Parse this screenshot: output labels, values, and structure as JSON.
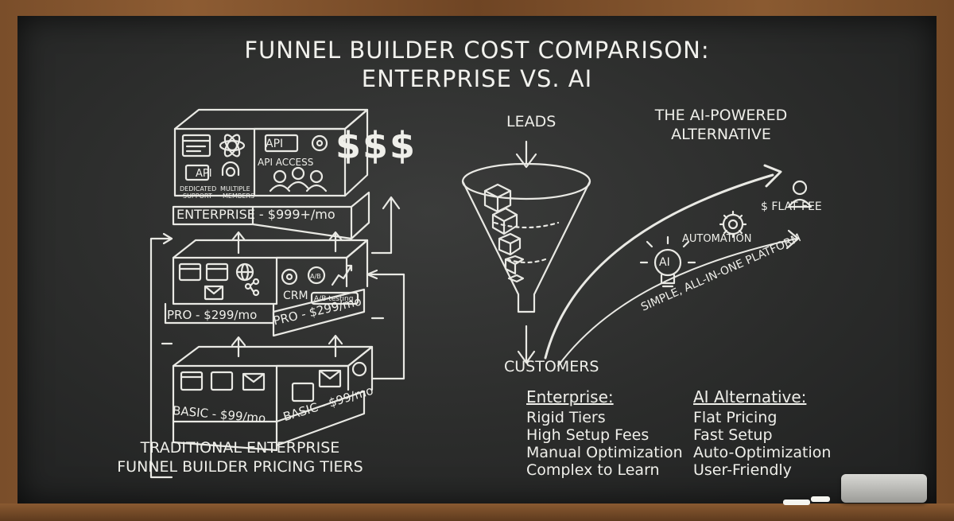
{
  "title": {
    "line1": "FUNNEL BUILDER COST COMPARISON:",
    "line2": "ENTERPRISE VS. AI"
  },
  "tiers": {
    "enterprise": {
      "label": "ENTERPRISE - $999+/mo",
      "features": [
        "API",
        "DEDICATED SUPPORT",
        "MULTIPLE MEMBERS",
        "API ACCESS"
      ]
    },
    "pro": {
      "label_front": "PRO - $299/mo",
      "label_side": "PRO - $299/mo",
      "features": [
        "CRM",
        "A/B testing",
        "A/B"
      ]
    },
    "basic": {
      "label_front": "BASIC - $99/mo",
      "label_side": "BASIC - $99/mo"
    },
    "price_symbol": "$$$",
    "caption_line1": "TRADITIONAL ENTERPRISE",
    "caption_line2": "FUNNEL BUILDER PRICING TIERS"
  },
  "funnel": {
    "top_label": "LEADS",
    "bottom_label": "CUSTOMERS"
  },
  "ai": {
    "heading_line1": "THE AI-POWERED",
    "heading_line2": "ALTERNATIVE",
    "ai_badge": "AI",
    "automation": "AUTOMATION",
    "flat_fee": "$ FLAT FEE",
    "platform": "SIMPLE, ALL-IN-ONE PLATFORM"
  },
  "comparison": {
    "enterprise": {
      "heading": "Enterprise:",
      "items": [
        "Rigid Tiers",
        "High Setup Fees",
        "Manual Optimization",
        "Complex to Learn"
      ]
    },
    "ai": {
      "heading": "AI Alternative:",
      "items": [
        "Flat Pricing",
        "Fast Setup",
        "Auto-Optimization",
        "User-Friendly"
      ]
    }
  },
  "colors": {
    "chalk": "#efefea",
    "board": "#2b2c2b",
    "frame": "#7a4e2a"
  }
}
